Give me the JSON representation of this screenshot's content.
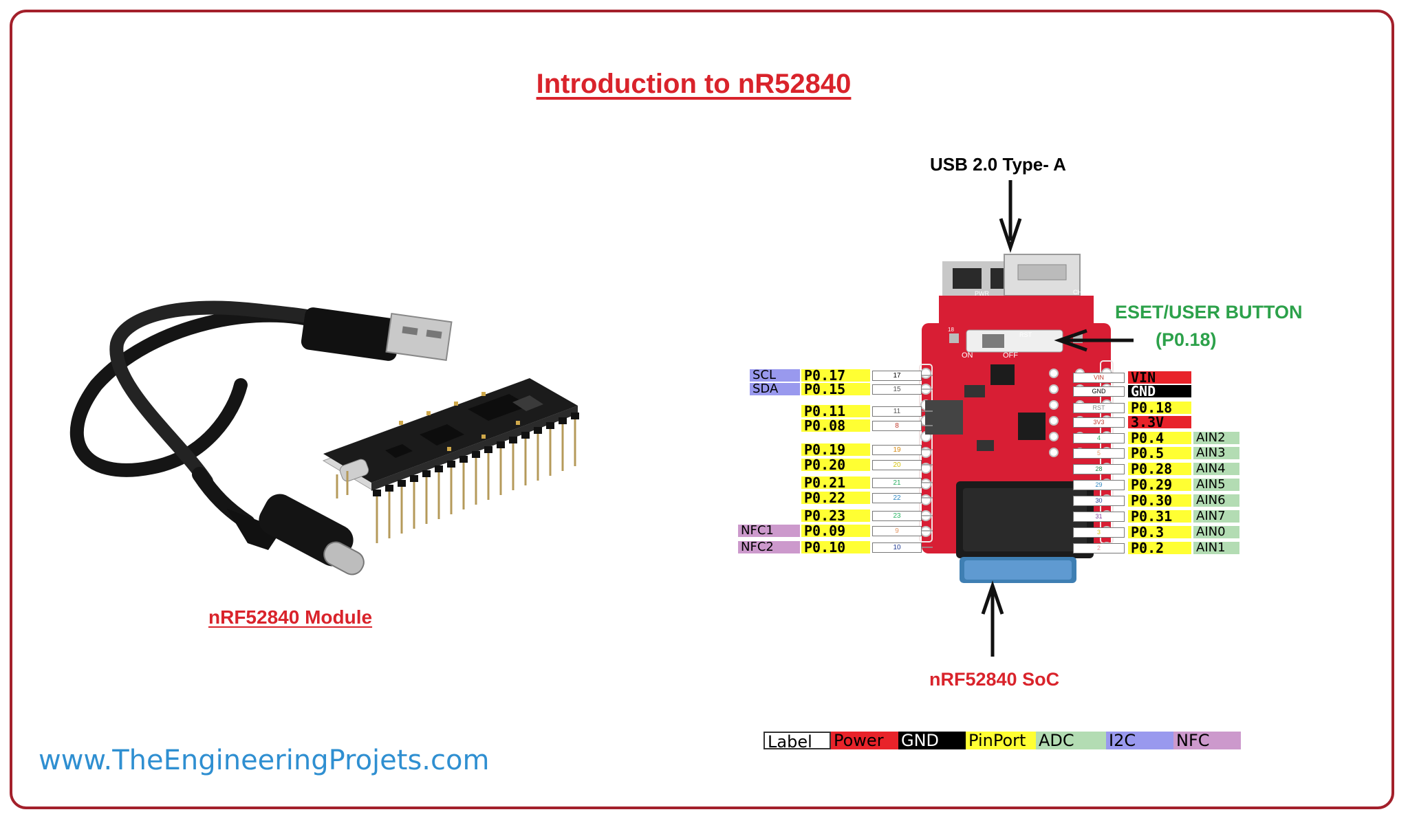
{
  "title": "Introduction to nR52840",
  "module_caption": "nRF52840 Module",
  "usb_label": "USB 2.0 Type- A",
  "button_label_line1": "ESET/USER BUTTON",
  "button_label_line2": "(P0.18)",
  "soc_label": "nRF52840 SoC",
  "website": "www.TheEngineeringProjets.com",
  "board_silk": {
    "pwr": "PWR",
    "chg": "CHG",
    "rst": "RST",
    "on": "ON",
    "off": "OFF",
    "p18": "18"
  },
  "left_pins": [
    {
      "func": "SCL",
      "func_type": "i2c",
      "label": "P0.17",
      "num": "17",
      "num_color": "#000000"
    },
    {
      "func": "SDA",
      "func_type": "i2c",
      "label": "P0.15",
      "num": "15",
      "num_color": "#555555"
    },
    {
      "func": "",
      "func_type": "",
      "label": "P0.11",
      "num": "11",
      "num_color": "#555555"
    },
    {
      "func": "",
      "func_type": "",
      "label": "P0.08",
      "num": "8",
      "num_color": "#c0392b"
    },
    {
      "func": "",
      "func_type": "",
      "label": "P0.19",
      "num": "19",
      "num_color": "#d68910"
    },
    {
      "func": "",
      "func_type": "",
      "label": "P0.20",
      "num": "20",
      "num_color": "#d4c20a"
    },
    {
      "func": "",
      "func_type": "",
      "label": "P0.21",
      "num": "21",
      "num_color": "#27ae60"
    },
    {
      "func": "",
      "func_type": "",
      "label": "P0.22",
      "num": "22",
      "num_color": "#2e86c1"
    },
    {
      "func": "",
      "func_type": "",
      "label": "P0.23",
      "num": "23",
      "num_color": "#28b463"
    },
    {
      "func": "NFC1",
      "func_type": "nfc",
      "label": "P0.09",
      "num": "9",
      "num_color": "#e59866"
    },
    {
      "func": "NFC2",
      "func_type": "nfc",
      "label": "P0.10",
      "num": "10",
      "num_color": "#1f3a93"
    }
  ],
  "right_pins": [
    {
      "label": "VIN",
      "label_type": "power",
      "num": "VIN",
      "num_color": "#c0392b",
      "func": "",
      "func_type": ""
    },
    {
      "label": "GND",
      "label_type": "gnd",
      "num": "GND",
      "num_color": "#000000",
      "func": "",
      "func_type": ""
    },
    {
      "label": "P0.18",
      "label_type": "pin",
      "num": "RST",
      "num_color": "#888888",
      "func": "",
      "func_type": ""
    },
    {
      "label": "3.3V",
      "label_type": "power",
      "num": "3V3",
      "num_color": "#c0392b",
      "func": "",
      "func_type": ""
    },
    {
      "label": "P0.4",
      "label_type": "pin",
      "num": "4",
      "num_color": "#27ae60",
      "func": "AIN2",
      "func_type": "adc"
    },
    {
      "label": "P0.5",
      "label_type": "pin",
      "num": "5",
      "num_color": "#e59866",
      "func": "AIN3",
      "func_type": "adc"
    },
    {
      "label": "P0.28",
      "label_type": "pin",
      "num": "28",
      "num_color": "#1e8449",
      "func": "AIN4",
      "func_type": "adc"
    },
    {
      "label": "P0.29",
      "label_type": "pin",
      "num": "29",
      "num_color": "#2e86c1",
      "func": "AIN5",
      "func_type": "adc"
    },
    {
      "label": "P0.30",
      "label_type": "pin",
      "num": "30",
      "num_color": "#1f3a93",
      "func": "AIN6",
      "func_type": "adc"
    },
    {
      "label": "P0.31",
      "label_type": "pin",
      "num": "31",
      "num_color": "#7d3c98",
      "func": "AIN7",
      "func_type": "adc"
    },
    {
      "label": "P0.3",
      "label_type": "pin",
      "num": "3",
      "num_color": "#d4c20a",
      "func": "AIN0",
      "func_type": "adc"
    },
    {
      "label": "P0.2",
      "label_type": "pin",
      "num": "2",
      "num_color": "#e6a0a0",
      "func": "AIN1",
      "func_type": "adc"
    }
  ],
  "legend": [
    {
      "text": "Label",
      "bg": "#ffffff",
      "fg": "#000000"
    },
    {
      "text": "Power",
      "bg": "#e8232a",
      "fg": "#000000"
    },
    {
      "text": "GND",
      "bg": "#000000",
      "fg": "#ffffff"
    },
    {
      "text": "PinPort",
      "bg": "#ffff33",
      "fg": "#000000"
    },
    {
      "text": "ADC",
      "bg": "#b3dcb3",
      "fg": "#000000"
    },
    {
      "text": "I2C",
      "bg": "#9999ee",
      "fg": "#000000"
    },
    {
      "text": "NFC",
      "bg": "#cc99cc",
      "fg": "#000000"
    }
  ],
  "colors": {
    "frame": "#a3202b",
    "title": "#d9232b",
    "website": "#2f8fd1",
    "button_label": "#2ca14a",
    "pin": "#ffff33",
    "power": "#e8232a",
    "gnd": "#000000",
    "adc": "#b3dcb3",
    "i2c": "#9999ee",
    "nfc": "#cc99cc",
    "board": "#d81e34",
    "cable": "#1a1a1a"
  }
}
